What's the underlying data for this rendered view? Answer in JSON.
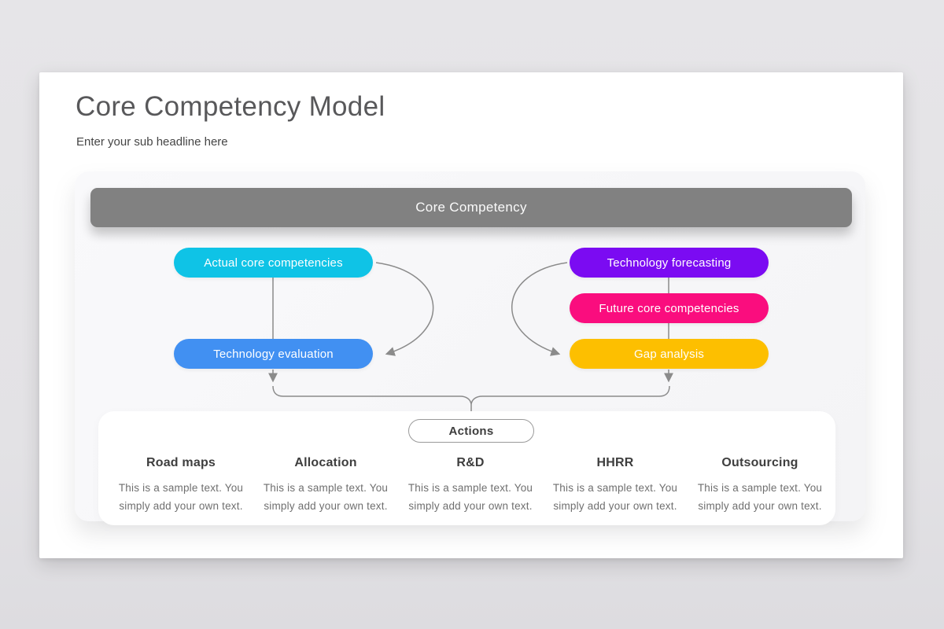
{
  "slide": {
    "title": "Core Competency Model",
    "subtitle": "Enter your sub headline here"
  },
  "diagram": {
    "header_label": "Core Competency",
    "nodes": {
      "actual": {
        "label": "Actual core competencies",
        "color": "#0fc3e6"
      },
      "evaluation": {
        "label": "Technology evaluation",
        "color": "#4190f2"
      },
      "forecasting": {
        "label": "Technology forecasting",
        "color": "#7b0bf2"
      },
      "future": {
        "label": "Future core competencies",
        "color": "#fa0d7e"
      },
      "gap": {
        "label": "Gap analysis",
        "color": "#fdbf00"
      }
    },
    "actions": {
      "label": "Actions",
      "columns": [
        {
          "title": "Road maps",
          "text": "This is a sample text. You simply add your own text."
        },
        {
          "title": "Allocation",
          "text": "This is a sample text. You simply add your own text."
        },
        {
          "title": "R&D",
          "text": "This is a sample text. You simply add your own text."
        },
        {
          "title": "HHRR",
          "text": "This is a sample text. You simply add your own text."
        },
        {
          "title": "Outsourcing",
          "text": "This is a sample text. You simply add your own text."
        }
      ]
    }
  },
  "colors": {
    "header_bar": "#818181",
    "connector": "#8b8b8b",
    "page_background": "#e4e3e6",
    "panel_background": "#f6f6f8"
  }
}
